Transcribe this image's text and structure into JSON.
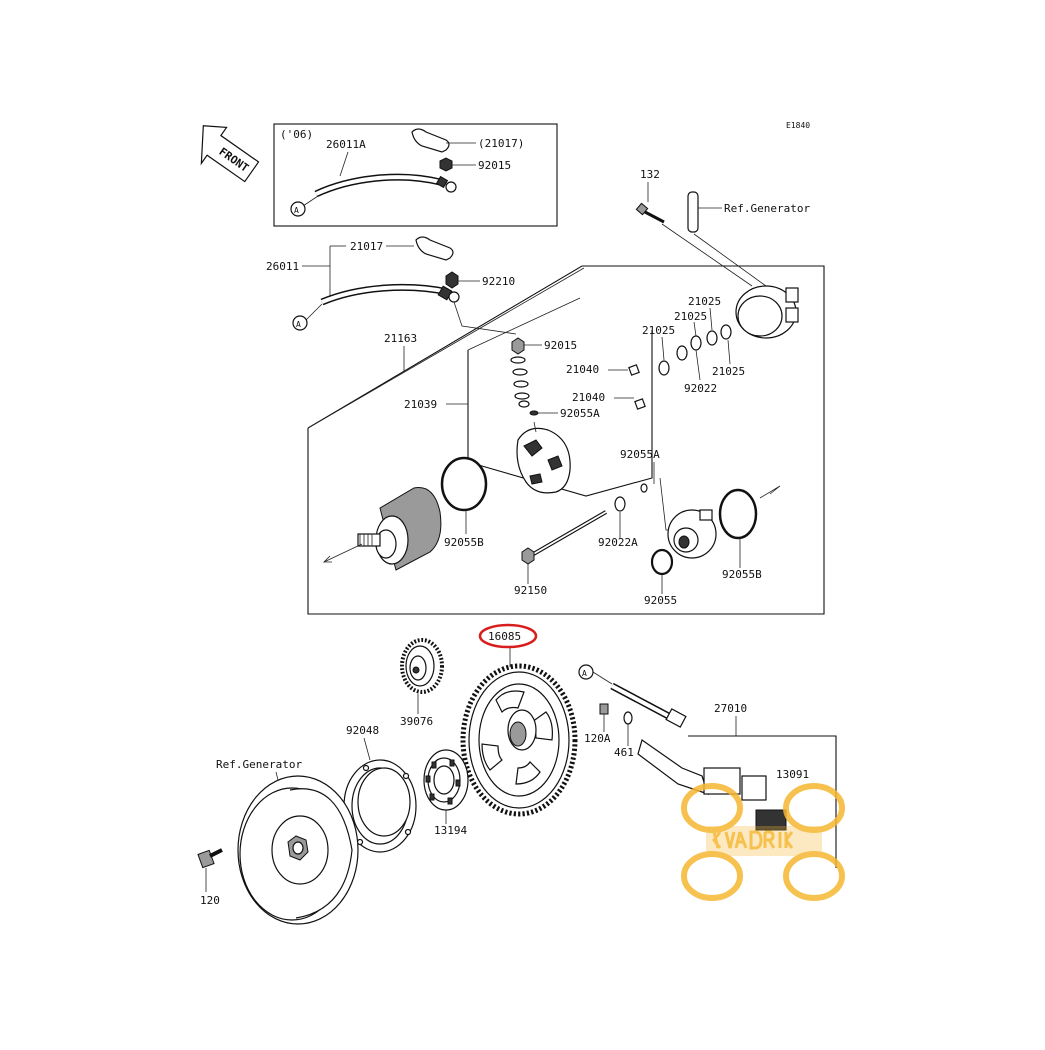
{
  "diagram": {
    "code": "E1840",
    "front_label": "FRONT",
    "year_note": "('06)",
    "callout_A": "A",
    "ref_generator_top": "Ref.Generator",
    "ref_generator_bottom": "Ref.Generator",
    "highlight_color": "#d81e1e",
    "watermark_color": "#f5b731",
    "labels": {
      "p26011A": "26011A",
      "p21017_paren": "(21017)",
      "p92015_top": "92015",
      "p21017": "21017",
      "p26011": "26011",
      "p92210": "92210",
      "p132": "132",
      "p21163": "21163",
      "p92015": "92015",
      "p21025_a": "21025",
      "p21025_b": "21025",
      "p21025_c": "21025",
      "p21025_d": "21025",
      "p92022": "92022",
      "p21040_a": "21040",
      "p21040_b": "21040",
      "p21039": "21039",
      "p92055A_a": "92055A",
      "p92055A_b": "92055A",
      "p92055B_a": "92055B",
      "p92055B_b": "92055B",
      "p92022A": "92022A",
      "p92150": "92150",
      "p92055": "92055",
      "p16085": "16085",
      "p39076": "39076",
      "p92048": "92048",
      "p13194": "13194",
      "p120A": "120A",
      "p461": "461",
      "p27010": "27010",
      "p13091": "13091",
      "p120": "120"
    }
  }
}
